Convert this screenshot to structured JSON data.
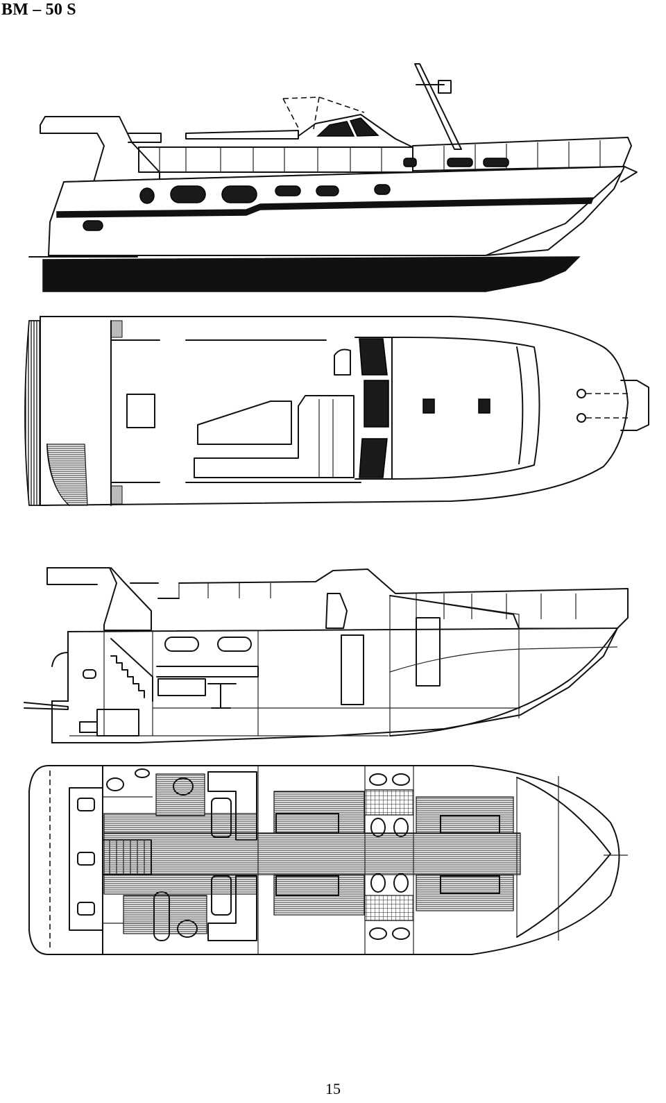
{
  "page": {
    "title": "BM – 50 S",
    "page_number": "15"
  },
  "drawings": {
    "icons": [
      "profile-view",
      "deck-plan-view",
      "cross-section-view",
      "interior-layout-view"
    ]
  }
}
